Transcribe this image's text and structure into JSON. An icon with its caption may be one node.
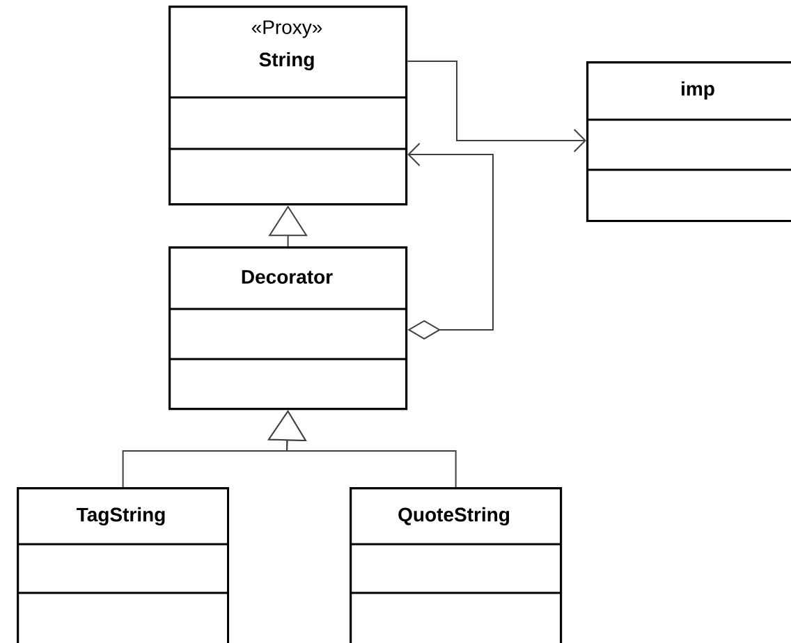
{
  "diagram": {
    "nodes": [
      {
        "text": [
          "«Proxy»",
          "String"
        ]
      },
      {
        "text": [
          "imp"
        ]
      },
      {
        "text": [
          "Decorator"
        ]
      },
      {
        "text": [
          "TagString"
        ]
      },
      {
        "text": [
          "QuoteString"
        ]
      }
    ],
    "edges": [
      {
        "from": 0,
        "to": 1,
        "arrow": "to"
      },
      {
        "from": 2,
        "to": 0,
        "arrow": "to"
      },
      {
        "from": 2,
        "to": 0,
        "arrow": "to"
      },
      {
        "from": 3,
        "to": 2,
        "arrow": "to"
      },
      {
        "from": 4,
        "to": 2,
        "arrow": "to"
      }
    ]
  }
}
